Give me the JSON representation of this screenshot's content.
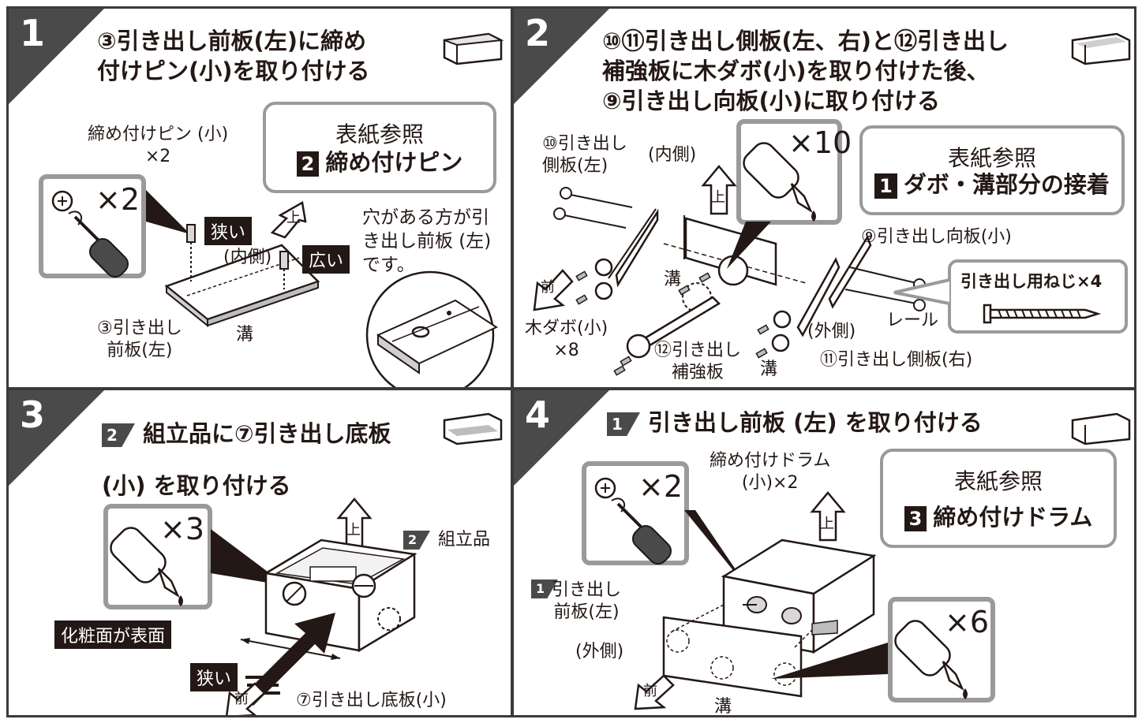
{
  "panels": [
    {
      "num": "1",
      "title": "③引き出し前板(左)に締め\n付けピン(小)を取り付ける",
      "ref": {
        "head": "表紙参照",
        "chip": "2",
        "body": "締め付けピン"
      },
      "tool_count": "×2",
      "labels": {
        "pin": "締め付けピン (小)\n×2",
        "narrow": "狭い",
        "wide": "広い",
        "inner": "(内側)",
        "up": "上",
        "hole_note": "穴がある方が引\nき出し前板 (左)\nです。",
        "front_board": "③引き出し\n前板(左)",
        "groove": "溝"
      }
    },
    {
      "num": "2",
      "title": "⑩⑪引き出し側板(左、右)と⑫引き出し\n補強板に木ダボ(小)を取り付けた後、\n⑨引き出し向板(小)に取り付ける",
      "ref": {
        "head": "表紙参照",
        "chip": "1",
        "body": "ダボ・溝部分の接着"
      },
      "glue_count": "×10",
      "spec": "引き出し用ねじ×4",
      "labels": {
        "side_left": "⑩引き出し\n側板(左)",
        "inner": "(内側)",
        "up": "上",
        "back_board": "⑨引き出し向板(小)",
        "groove": "溝",
        "front": "前",
        "dowel": "木ダボ(小)\n×8",
        "reinforce": "⑫引き出し\n補強板",
        "outer": "(外側)",
        "rail": "レール",
        "groove2": "溝",
        "side_right": "⑪引き出し側板(右)",
        "m10": "⑩",
        "m11": "⑪"
      }
    },
    {
      "num": "3",
      "sub": "2",
      "title": "組立品に⑦引き出し底板\n(小) を取り付ける",
      "glue_count": "×3",
      "labels": {
        "up": "上",
        "assembly_badge": "2",
        "assembly": "組立品",
        "face": "化粧面が表面",
        "narrow": "狭い",
        "front": "前",
        "bottom": "⑦引き出し底板(小)"
      }
    },
    {
      "num": "4",
      "sub": "1",
      "title": "引き出し前板 (左) を取り付ける",
      "ref": {
        "head": "表紙参照",
        "chip": "3",
        "body": "締め付けドラム"
      },
      "tool_count": "×2",
      "glue_count": "×6",
      "labels": {
        "drum": "締め付けドラム\n(小)×2",
        "up": "上",
        "sub_badge": "1",
        "front_board": "引き出し\n前板(左)",
        "outer": "(外側)",
        "front": "前",
        "groove": "溝"
      }
    }
  ]
}
